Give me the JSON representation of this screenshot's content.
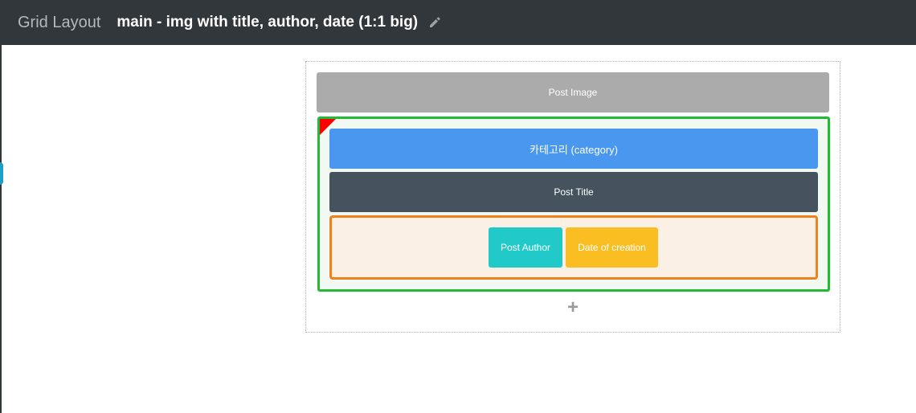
{
  "header": {
    "app_title": "Grid Layout",
    "layout_name": "main - img with title, author, date (1:1 big)"
  },
  "blocks": {
    "post_image": "Post Image",
    "category": "카테고리 (category)",
    "post_title": "Post Title",
    "post_author": "Post Author",
    "date_of_creation": "Date of creation"
  },
  "colors": {
    "post_image": "#ababab",
    "category": "#4a97f0",
    "post_title": "#46525d",
    "post_author": "#21c9c9",
    "date_of_creation": "#fbbe22",
    "group_border": "#22bb33",
    "row_border": "#f0821e"
  },
  "icons": {
    "edit": "pencil-icon",
    "add": "plus-icon"
  }
}
